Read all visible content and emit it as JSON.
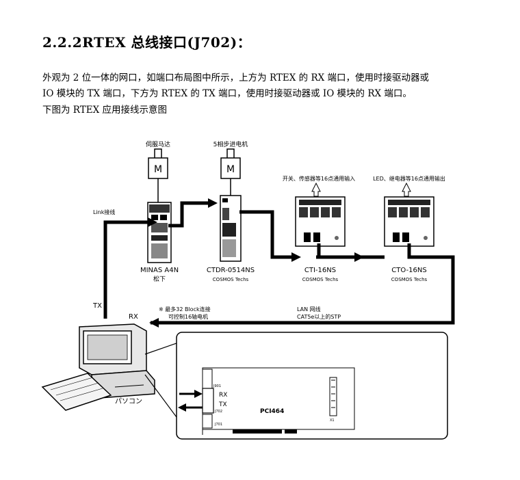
{
  "heading": "2.2.2RTEX 总线接口(J702)：",
  "paragraphs": [
    "外观为 2 位一体的网口，如端口布局图中所示，上方为 RTEX 的 RX 端口，使用时接驱动器或",
    "IO 模块的 TX 端口，下方为 RTEX 的 TX 端口，使用时接驱动器或 IO 模块的 RX 端口。",
    "下图为 RTEX 应用接线示意图"
  ],
  "diagram": {
    "servo_motor_label": "伺服马达",
    "stepper_motor_label": "5相步进电机",
    "motor_symbol": "M",
    "link_label": "Link接线",
    "input_label": "开关、传感器等16点通用输入",
    "output_label": "LED、继电器等16点通用输出",
    "minas_name": "MINAS A4N",
    "minas_maker": "松下",
    "ctdr_name": "CTDR-0514NS",
    "ctdr_maker": "COSMOS Techs",
    "cti_name": "CTI-16NS",
    "cti_maker": "COSMOS Techs",
    "cto_name": "CTO-16NS",
    "cto_maker": "COSMOS Techs",
    "tx_label": "TX",
    "rx_label": "RX",
    "note_line1": "※ 最多32 Block连接",
    "note_line2": "可控制16轴电机",
    "lan_line1": "LAN 网线",
    "lan_line2": "CAT5e以上的STP",
    "pc_label": "パソコン",
    "card_name": "PCI464",
    "card_rx": "RX",
    "card_tx": "TX",
    "j901": "J901",
    "j702": "J702",
    "j701": "J701",
    "x1": "X1"
  }
}
